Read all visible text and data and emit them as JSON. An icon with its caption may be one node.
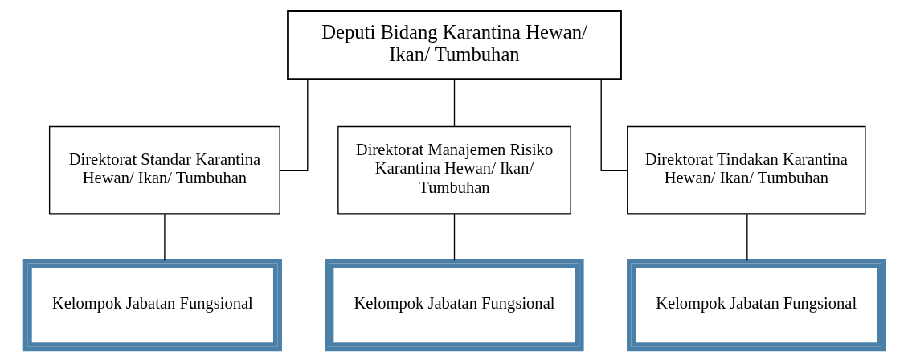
{
  "diagram": {
    "nodes": [
      {
        "text": [
          "Deputi Bidang Karantina Hewan/ Ikan/ Tumbuhan"
        ]
      },
      {
        "text": [
          "Direktorat Standar Karantina Hewan/ Ikan/ Tumbuhan"
        ]
      },
      {
        "text": [
          "Direktorat Manajemen Risiko Karantina Hewan/ Ikan/ Tumbuhan"
        ]
      },
      {
        "text": [
          "Direktorat Tindakan Karantina Hewan/ Ikan/ Tumbuhan"
        ]
      },
      {
        "text": [
          "Kelompok Jabatan Fungsional"
        ]
      },
      {
        "text": [
          "Kelompok Jabatan Fungsional"
        ]
      },
      {
        "text": [
          "Kelompok Jabatan Fungsional"
        ]
      }
    ],
    "edges": [
      {
        "from": 0,
        "to": 1,
        "arrow": "none"
      },
      {
        "from": 0,
        "to": 2,
        "arrow": "none"
      },
      {
        "from": 0,
        "to": 3,
        "arrow": "none"
      },
      {
        "from": 1,
        "to": 4,
        "arrow": "none"
      },
      {
        "from": 2,
        "to": 5,
        "arrow": "none"
      },
      {
        "from": 3,
        "to": 6,
        "arrow": "none"
      }
    ]
  }
}
